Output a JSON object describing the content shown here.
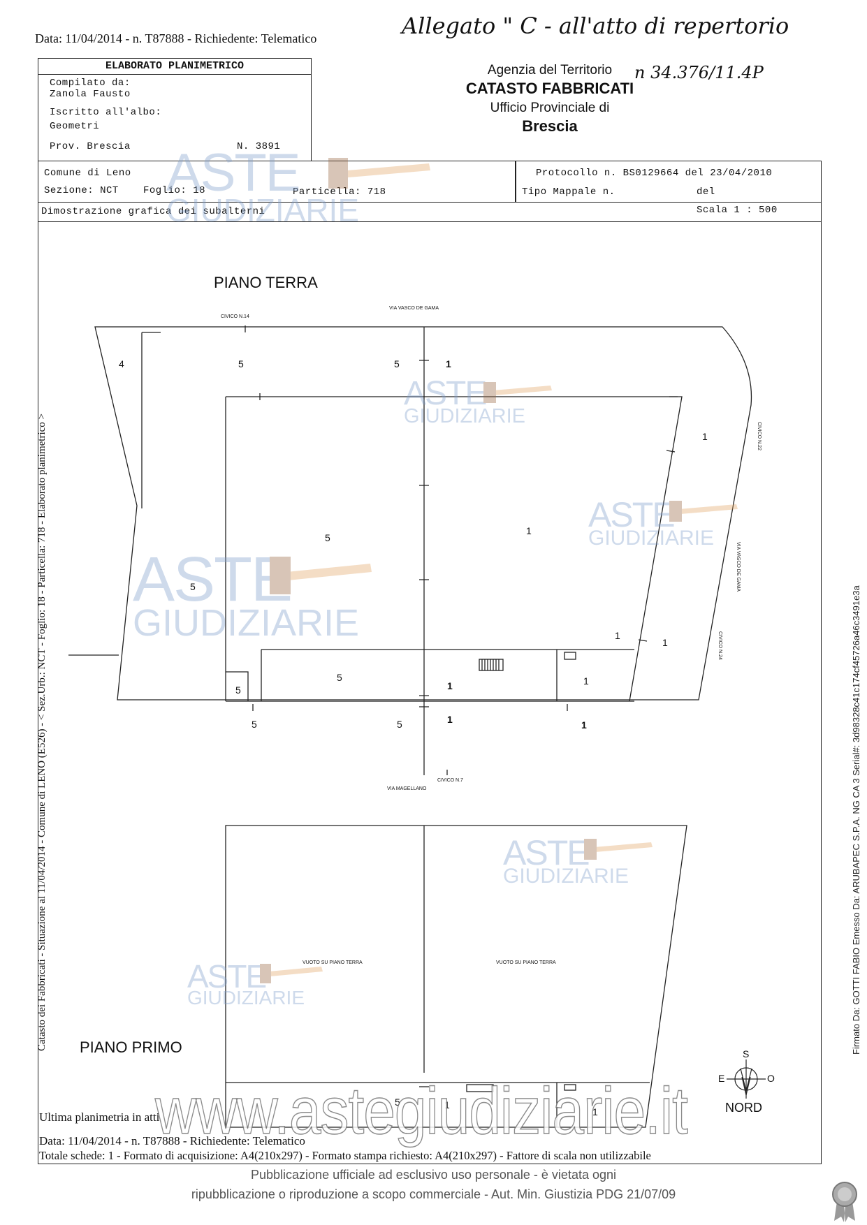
{
  "header": {
    "line": "Data: 11/04/2014 - n. T87888 - Richiedente: Telematico",
    "handwritten_title": "Allegato \" C - all'atto di repertorio",
    "handwritten_number": "n 34.376/11.4P"
  },
  "info_box": {
    "title": "ELABORATO PLANIMETRICO",
    "compilato_label": "Compilato da:",
    "compilato_value": "Zanola Fausto",
    "iscritto_label": "Iscritto all'albo:",
    "iscritto_value": "Geometri",
    "prov_label": "Prov. Brescia",
    "numero": "N. 3891"
  },
  "agency": {
    "line1": "Agenzia del Territorio",
    "line2": "CATASTO FABBRICATI",
    "line3": "Ufficio Provinciale di",
    "line4": "Brescia"
  },
  "cadastral": {
    "comune": "Comune di Leno",
    "sezione": "Sezione: NCT",
    "foglio": "Foglio: 18",
    "particella": "Particella: 718",
    "protocollo": "Protocollo n. BS0129664 del 23/04/2010",
    "tipo_mappale": "Tipo Mappale n.",
    "del": "del",
    "dimostrazione": "Dimostrazione grafica dei subalterni",
    "scala": "Scala 1 : 500"
  },
  "plan": {
    "piano_terra": "PIANO TERRA",
    "piano_primo": "PIANO PRIMO",
    "street_top": "VIA VASCO DE GAMA",
    "street_right": "VIA VASCO DE GAMA",
    "street_bottom": "VIA MAGELLANO",
    "civico_14": "CIVICO N.14",
    "civico_22": "CIVICO N.22",
    "civico_24": "CIVICO N.24",
    "civico_7": "CIVICO N.7",
    "vuoto_left": "VUOTO SU PIANO TERRA",
    "vuoto_right": "VUOTO SU PIANO TERRA",
    "sub_1": "1",
    "sub_4": "4",
    "sub_5": "5",
    "compass_s": "S",
    "compass_e": "E",
    "compass_o": "O",
    "nord": "NORD"
  },
  "watermark": {
    "aste": "ASTE",
    "giudiziarie": "GIUDIZIARIE",
    "site": "www.astegiudiziarie.it"
  },
  "side_text": "Catasto dei Fabbricati - Situazione al 11/04/2014 - Comune di LENO (E526) - < Sez.Urb.: NCT - Foglio: 18 - Particella: 718 - Elaborato planimetrico >",
  "signature_text": "Firmato Da: GOTTI FABIO Emesso Da: ARUBAPEC S.P.A. NG CA 3 Serial#: 3d98328c41c174cf45726a46c3491e3a",
  "footer": {
    "ultima": "Ultima planimetria in atti",
    "data_line": "Data: 11/04/2014 - n. T87888 - Richiedente: Telematico",
    "totale": "Totale schede: 1 - Formato di acquisizione: A4(210x297) - Formato stampa richiesto: A4(210x297) - Fattore di scala non utilizzabile",
    "pub1": "Pubblicazione ufficiale ad esclusivo uso personale - è vietata ogni",
    "pub2": "ripubblicazione o riproduzione a scopo commerciale - Aut. Min. Giustizia PDG 21/07/09"
  }
}
